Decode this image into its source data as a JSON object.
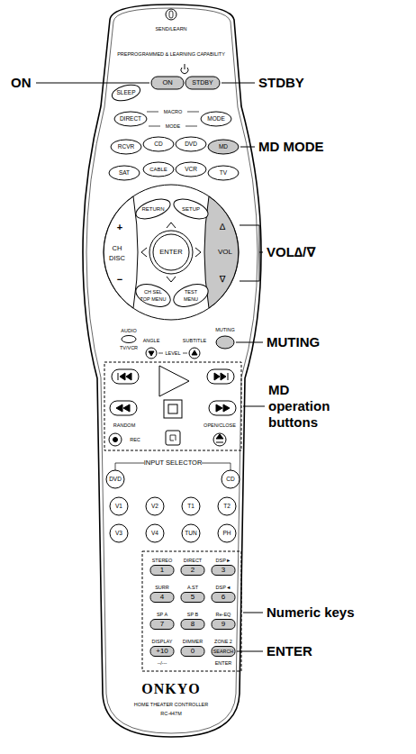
{
  "diagram": {
    "labels": [
      "ON",
      "STDBY",
      "MD MODE",
      "VOL∆/∇",
      "MUTING",
      "MD operation buttons",
      "Numeric keys",
      "ENTER",
      "SEND/LEARN",
      "PREPROGRAMMED & LEARNING CAPABILITY",
      "SLEEP",
      "ON",
      "STDBY",
      "MACRO",
      "DIRECT",
      "MODE",
      "MODE",
      "RCVR",
      "CD",
      "DVD",
      "MD",
      "SAT",
      "CABLE",
      "VCR",
      "TV",
      "RETURN",
      "SETUP",
      "+",
      "CH",
      "DISC",
      "−",
      "ENTER",
      "VOL",
      "∆",
      "∇",
      "CH SEL",
      "TOP MENU",
      "TEST",
      "MENU",
      "AUDIO",
      "TV/VCR",
      "MUTING",
      "ANGLE",
      "SUBTITLE",
      "LEVEL",
      "RANDOM",
      "REC",
      "OPEN/CLOSE",
      "INPUT SELECTOR",
      "DVD",
      "CD",
      "V1",
      "V2",
      "T1",
      "T2",
      "V3",
      "V4",
      "TUN",
      "PH",
      "STEREO",
      "DIRECT",
      "DSP►",
      "1",
      "2",
      "3",
      "SURR",
      "A.ST",
      "DSP◄",
      "4",
      "5",
      "6",
      "SP A",
      "SP B",
      "Re-EQ",
      "7",
      "8",
      "9",
      "DISPLAY",
      "DIMMER",
      "ZONE 2",
      "+10",
      "0",
      "SEARCH",
      "--/---",
      "ENTER",
      "ONKYO",
      "HOME THEATER CONTROLLER",
      "RC-447M"
    ]
  }
}
